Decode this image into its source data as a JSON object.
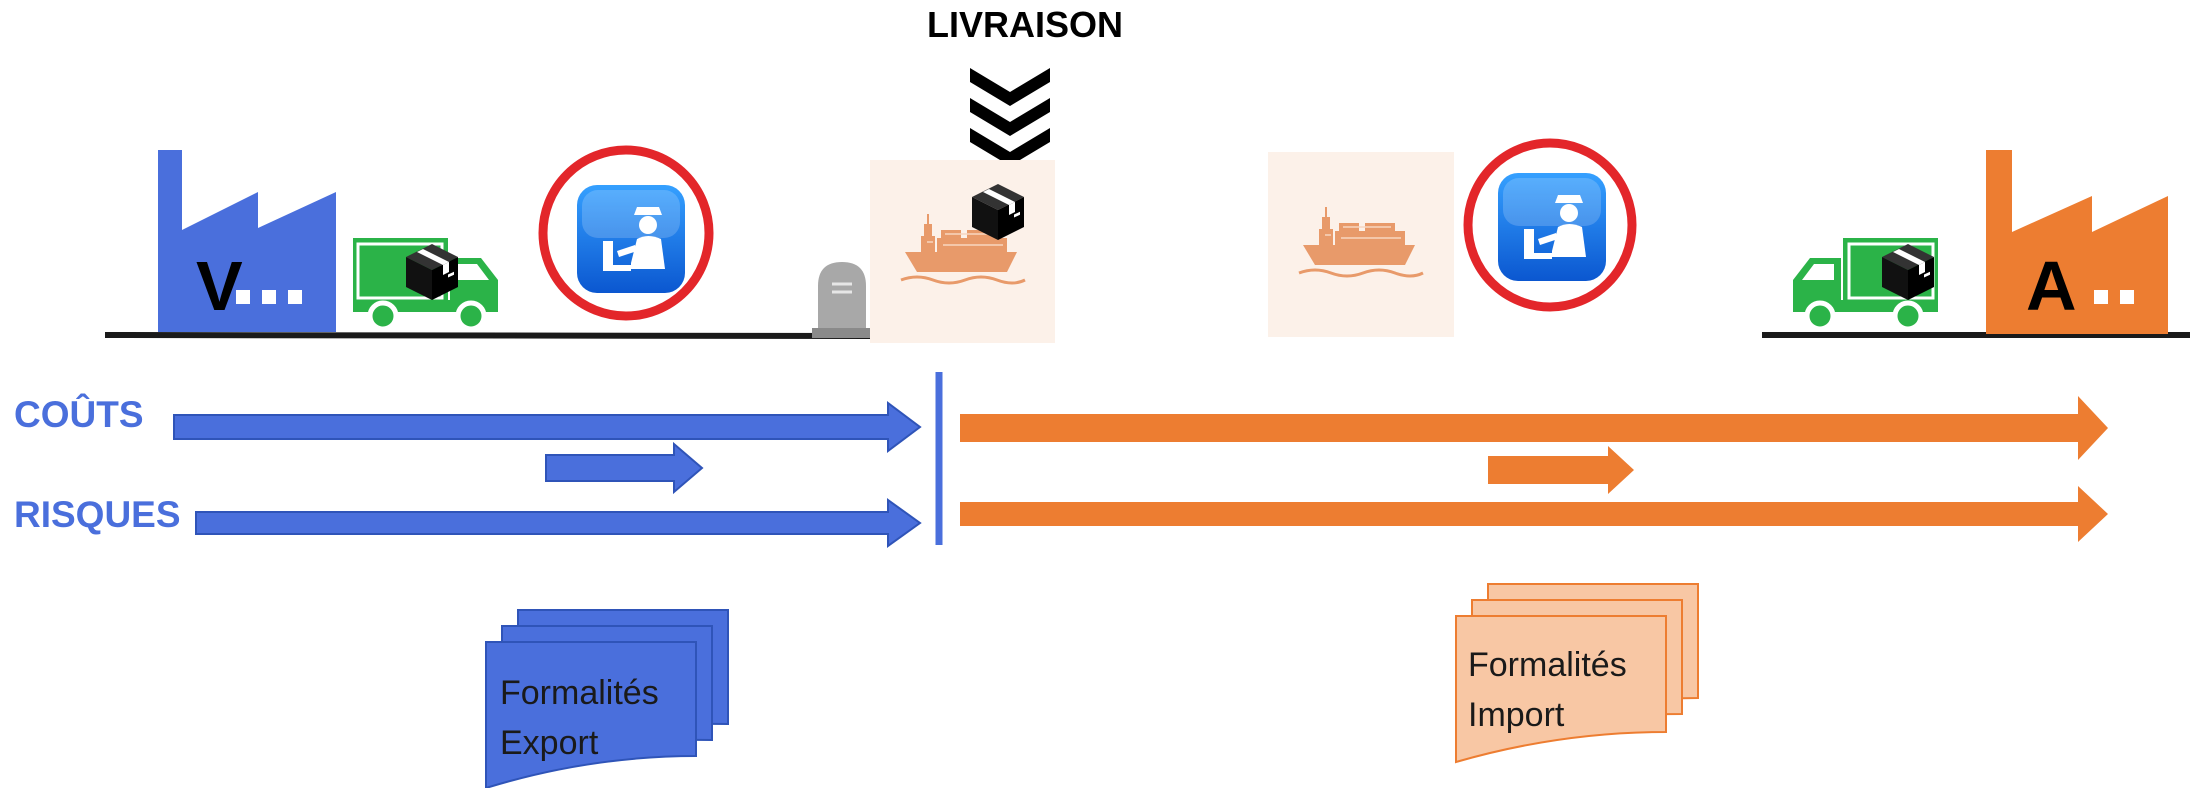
{
  "title": "LIVRAISON",
  "row_labels": {
    "costs": "COÛTS",
    "risks": "RISQUES"
  },
  "parties": {
    "seller": "V",
    "buyer": "A"
  },
  "documents": {
    "export": {
      "line1": "Formalités",
      "line2": "Export"
    },
    "import": {
      "line1": "Formalités",
      "line2": "Import"
    }
  },
  "icons": [
    "factory-icon",
    "truck-icon",
    "package-icon",
    "customs-officer-icon",
    "milestone-icon",
    "ship-icon",
    "chevrons-down-icon"
  ],
  "colors": {
    "seller": "#4a6fdc",
    "buyer": "#ed7d31",
    "customs_ring": "#e3262a",
    "truck": "#2bb348"
  }
}
